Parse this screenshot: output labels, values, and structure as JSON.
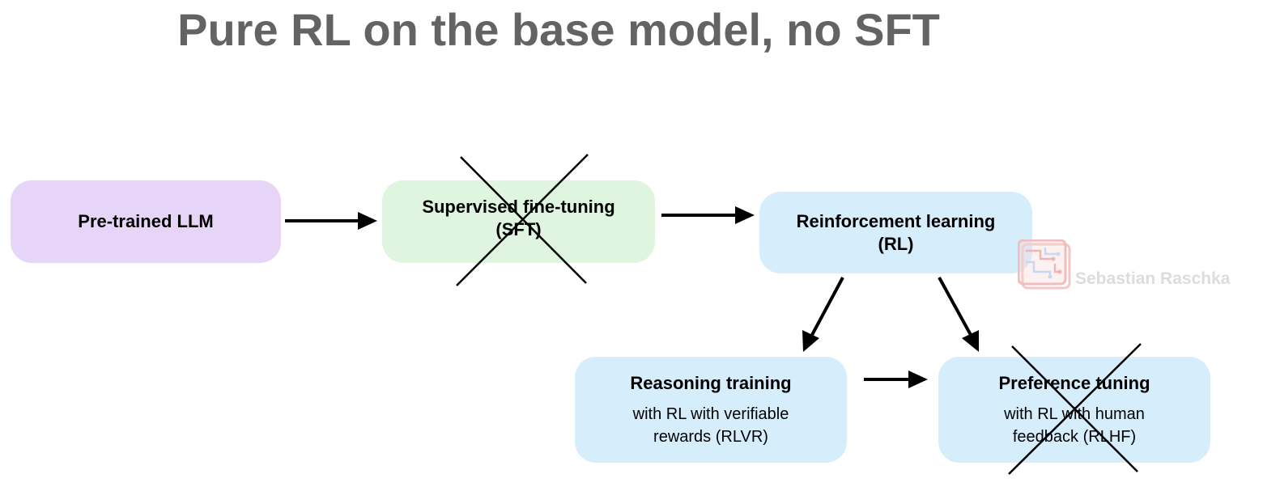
{
  "title": "Pure RL on the base model, no SFT",
  "boxes": {
    "pretrained": {
      "label": "Pre-trained LLM",
      "color": "#e7d5f7"
    },
    "sft": {
      "label_line1": "Supervised fine-tuning",
      "label_line2": "(SFT)",
      "crossed_out": true,
      "color": "#dff5df"
    },
    "rl": {
      "label_line1": "Reinforcement learning",
      "label_line2": "(RL)",
      "color": "#d6edfc"
    },
    "reasoning": {
      "label": "Reasoning training",
      "sub_line1": "with RL with verifiable",
      "sub_line2": "rewards (RLVR)",
      "color": "#d6edfc"
    },
    "preference": {
      "label": "Preference tuning",
      "sub_line1": "with RL with human",
      "sub_line2": "feedback (RLHF)",
      "crossed_out": true,
      "color": "#d6edfc"
    }
  },
  "watermark": {
    "text": "Sebastian Raschka",
    "icon": "circuit-board-logo-icon"
  }
}
